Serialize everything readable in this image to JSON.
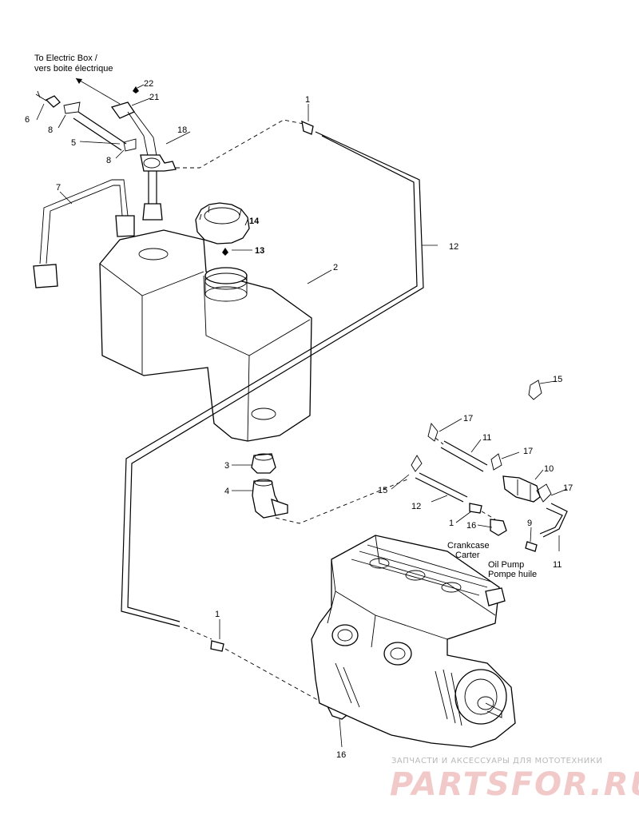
{
  "annotations": {
    "electric_box_line1": "To Electric Box /",
    "electric_box_line2": "vers boite électrique",
    "crankcase_line1": "Crankcase",
    "crankcase_line2": "Carter",
    "oil_pump_line1": "Oil Pump",
    "oil_pump_line2": "Pompe huile"
  },
  "callouts": {
    "n1": "1",
    "n2": "2",
    "n3": "3",
    "n4": "4",
    "n5": "5",
    "n6": "6",
    "n7": "7",
    "n8": "8",
    "n9": "9",
    "n10": "10",
    "n11": "11",
    "n12": "12",
    "n13": "13",
    "n14": "14",
    "n15": "15",
    "n16": "16",
    "n17": "17",
    "n18": "18",
    "n21": "21",
    "n22": "22"
  },
  "watermark": {
    "tagline": "ЗАПЧАСТИ И АКСЕССУАРЫ ДЛЯ МОТОТЕХНИКИ",
    "logo": "PARTSFOR.RU"
  },
  "colors": {
    "line": "#000000",
    "watermark_logo": "#e8a0a0",
    "watermark_text": "#b0b0b0"
  }
}
